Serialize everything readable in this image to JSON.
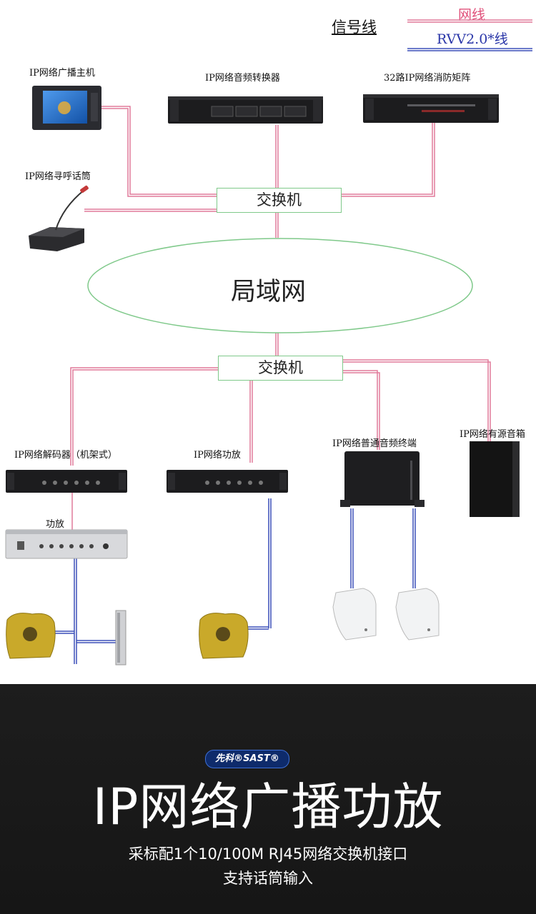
{
  "legend": {
    "title": "信号线",
    "network_cable": "网线",
    "rvv_cable": "RVV2.0*线"
  },
  "colors": {
    "network_cable": "#e07a9a",
    "rvv_cable": "#3a4fb8",
    "switch_border": "#7fc98a",
    "lan_ellipse": "#7fc98a",
    "banner_bg": "#1a1a1a"
  },
  "devices": {
    "host": "IP网络广播主机",
    "converter": "IP网络音频转换器",
    "matrix": "32路IP网络消防矩阵",
    "paging_mic": "IP网络寻呼话筒",
    "switch_top": "交换机",
    "lan": "局域网",
    "switch_bottom": "交换机",
    "decoder": "IP网络解码器（机架式）",
    "amp_ip": "IP网络功放",
    "terminal": "IP网络普通音频终端",
    "active_speaker": "IP网络有源音箱",
    "amp": "功放"
  },
  "icons": {
    "host": "monitor-rack-icon",
    "converter": "rack-unit-icon",
    "matrix": "rack-unit-icon",
    "paging_mic": "microphone-console-icon",
    "decoder": "rack-unit-icon",
    "amp_ip": "rack-unit-icon",
    "terminal": "terminal-box-icon",
    "active_speaker": "speaker-cabinet-icon",
    "amp": "amplifier-icon",
    "lawn_speaker": "rock-speaker-icon",
    "column_speaker": "column-speaker-icon",
    "wall_speaker": "wall-speaker-icon"
  },
  "banner": {
    "brand": "先科®SAST®",
    "title": "IP网络广播功放",
    "line1": "采标配1个10/100M  RJ45网络交换机接口",
    "line2": "支持话筒输入"
  }
}
